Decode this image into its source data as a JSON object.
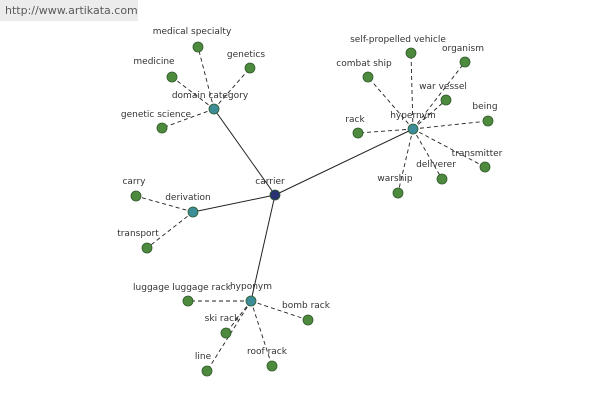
{
  "header": {
    "url": "http://www.artikata.com"
  },
  "colors": {
    "center_node": "#283273",
    "hub_node": "#3d8d99",
    "leaf_node": "#4e8a3e",
    "node_stroke": "#2f5a2a",
    "edge": "#222222"
  },
  "graph": {
    "center": {
      "id": "carrier",
      "label": "carrier"
    },
    "hubs": [
      {
        "id": "domain-category",
        "label": "domain category",
        "leaves": [
          "medical specialty",
          "genetics",
          "medicine",
          "genetic science"
        ]
      },
      {
        "id": "hypernym",
        "label": "hypernym",
        "leaves": [
          "self-propelled vehicle",
          "organism",
          "combat ship",
          "war vessel",
          "being",
          "rack",
          "transmitter",
          "warship",
          "deliverer"
        ]
      },
      {
        "id": "derivation",
        "label": "derivation",
        "leaves": [
          "carry",
          "transport"
        ]
      },
      {
        "id": "hyponym",
        "label": "hyponym",
        "leaves": [
          "luggage luggage rack",
          "bomb rack",
          "ski rack",
          "roof rack",
          "line"
        ]
      }
    ]
  }
}
